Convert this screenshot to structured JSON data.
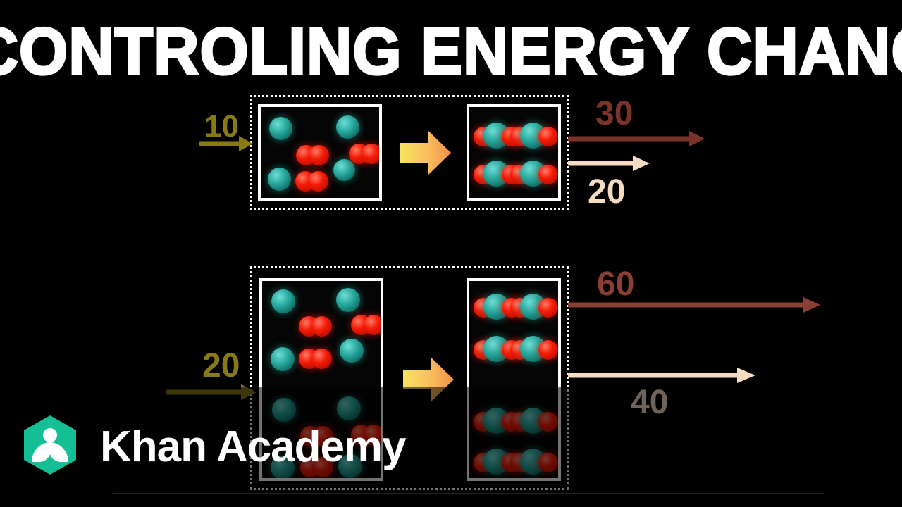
{
  "title": "CONTROLING ENERGY CHANGES",
  "colors": {
    "background": "#000000",
    "title_text": "#ffffff",
    "system_border": "#ffffff",
    "box_border": "#ffffff",
    "carbon_atom": "#27a79c",
    "oxygen_atom": "#f51c06",
    "energy_in": "#8a7a16",
    "energy_out_dark": "#7a3229",
    "energy_out_light": "#f6dcc0",
    "reaction_arrow_start": "#f7e05a",
    "reaction_arrow_end": "#f4954c",
    "khan_green": "#14bf96"
  },
  "diagrams": [
    {
      "id": "top-diagram",
      "name": "small-scale-reaction",
      "energy_in": {
        "label": "10",
        "color": "#8a7a16",
        "direction": "right",
        "name": "energy-input-arrow"
      },
      "reactants": {
        "name": "reactant-box",
        "carbon_atoms": 4,
        "oxygen_molecules": 3,
        "description": "4 carbon atoms and 3 oxygen molecules"
      },
      "products": {
        "name": "product-box",
        "co2_molecules": 4,
        "rows": 2,
        "per_row": 2,
        "description": "4 carbon dioxide molecules"
      },
      "energy_out": [
        {
          "label": "30",
          "color": "#7a3229",
          "name": "energy-output-arrow-heat",
          "position": "above"
        },
        {
          "label": "20",
          "color": "#f6dcc0",
          "name": "energy-output-arrow-work",
          "position": "below"
        }
      ]
    },
    {
      "id": "bottom-diagram",
      "name": "large-scale-reaction",
      "energy_in": {
        "label": "20",
        "color": "#8a7a16",
        "direction": "right",
        "name": "energy-input-arrow"
      },
      "reactants": {
        "name": "reactant-box",
        "carbon_atoms": 8,
        "oxygen_molecules": 6,
        "description": "8 carbon atoms and 6 oxygen molecules"
      },
      "products": {
        "name": "product-box",
        "co2_molecules": 8,
        "rows": 4,
        "per_row": 2,
        "description": "8 carbon dioxide molecules"
      },
      "energy_out": [
        {
          "label": "60",
          "color": "#7a3229",
          "name": "energy-output-arrow-heat",
          "position": "above"
        },
        {
          "label": "40",
          "color": "#f6dcc0",
          "name": "energy-output-arrow-work",
          "position": "below"
        }
      ]
    }
  ],
  "branding": {
    "name": "khan-academy-branding",
    "wordmark": "Khan Academy",
    "logo_icon": "khan-academy-leaf-hexagon-icon"
  },
  "reaction_arrow": {
    "name": "reaction-transform-arrow",
    "icon": "right-arrow-icon"
  }
}
